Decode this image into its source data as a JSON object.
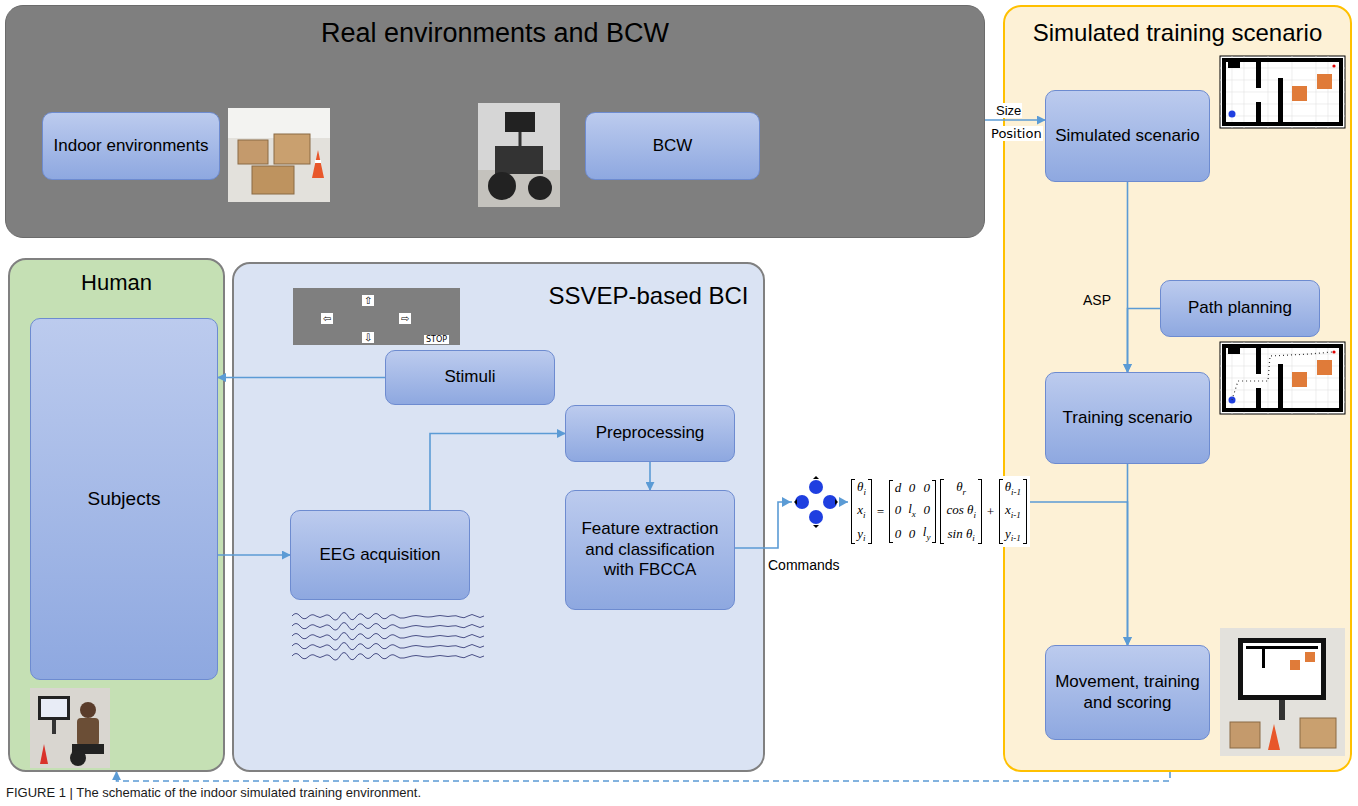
{
  "diagram": {
    "caption": "FIGURE 1 | The schematic of the indoor simulated training environment.",
    "nodes": [
      {
        "text": [
          "Real environments and BCW"
        ]
      },
      {
        "text": [
          "Indoor environments"
        ],
        "in": 0
      },
      {
        "text": [
          "BCW"
        ],
        "in": 0
      },
      {
        "text": [
          "Simulated training scenario"
        ]
      },
      {
        "text": [
          "Simulated scenario"
        ],
        "in": 3
      },
      {
        "text": [
          "Path planning"
        ],
        "in": 3
      },
      {
        "text": [
          "Training scenario"
        ],
        "in": 3
      },
      {
        "text": [
          "Movement, training and scoring"
        ],
        "in": 3
      },
      {
        "text": [
          "Human"
        ]
      },
      {
        "text": [
          "Subjects"
        ],
        "in": 8
      },
      {
        "text": [
          "SSVEP-based BCI"
        ]
      },
      {
        "text": [
          "Stimuli"
        ],
        "in": 10
      },
      {
        "text": [
          "Preprocessing"
        ],
        "in": 10
      },
      {
        "text": [
          "EEG acquisition"
        ],
        "in": 10
      },
      {
        "text": [
          "Feature extraction and classification with FBCCA"
        ],
        "in": 10
      }
    ],
    "edges": [
      {
        "from": 0,
        "to": 4,
        "arrow": "to",
        "label": "Size"
      },
      {
        "from": 4,
        "to": 6,
        "arrow": "to"
      },
      {
        "from": 5,
        "to": 6,
        "arrow": "to",
        "label": "ASP"
      },
      {
        "from": 6,
        "to": 7,
        "arrow": "to"
      },
      {
        "from": 11,
        "to": 9,
        "arrow": "to"
      },
      {
        "from": 9,
        "to": 13,
        "arrow": "to"
      },
      {
        "from": 13,
        "to": 12,
        "arrow": "to"
      },
      {
        "from": 12,
        "to": 14,
        "arrow": "to"
      },
      {
        "from": 14,
        "to": 7,
        "arrow": "to",
        "label": "Commands"
      },
      {
        "from": 3,
        "to": 8,
        "arrow": "to"
      }
    ],
    "labels": [
      "Position",
      "⇧",
      "⇦",
      "⇨",
      "⇩",
      "STOP",
      "θ",
      "i",
      "x",
      "i",
      "y",
      "i",
      "=",
      "d",
      "0",
      "0",
      "0",
      "l",
      "x",
      "0",
      "0",
      "0",
      "l",
      "y",
      "θ",
      "r",
      "cos θ",
      "i",
      "sin θ",
      "i",
      "+",
      "θ",
      "i-1",
      "x",
      "i-1",
      "y",
      "i-1"
    ]
  }
}
